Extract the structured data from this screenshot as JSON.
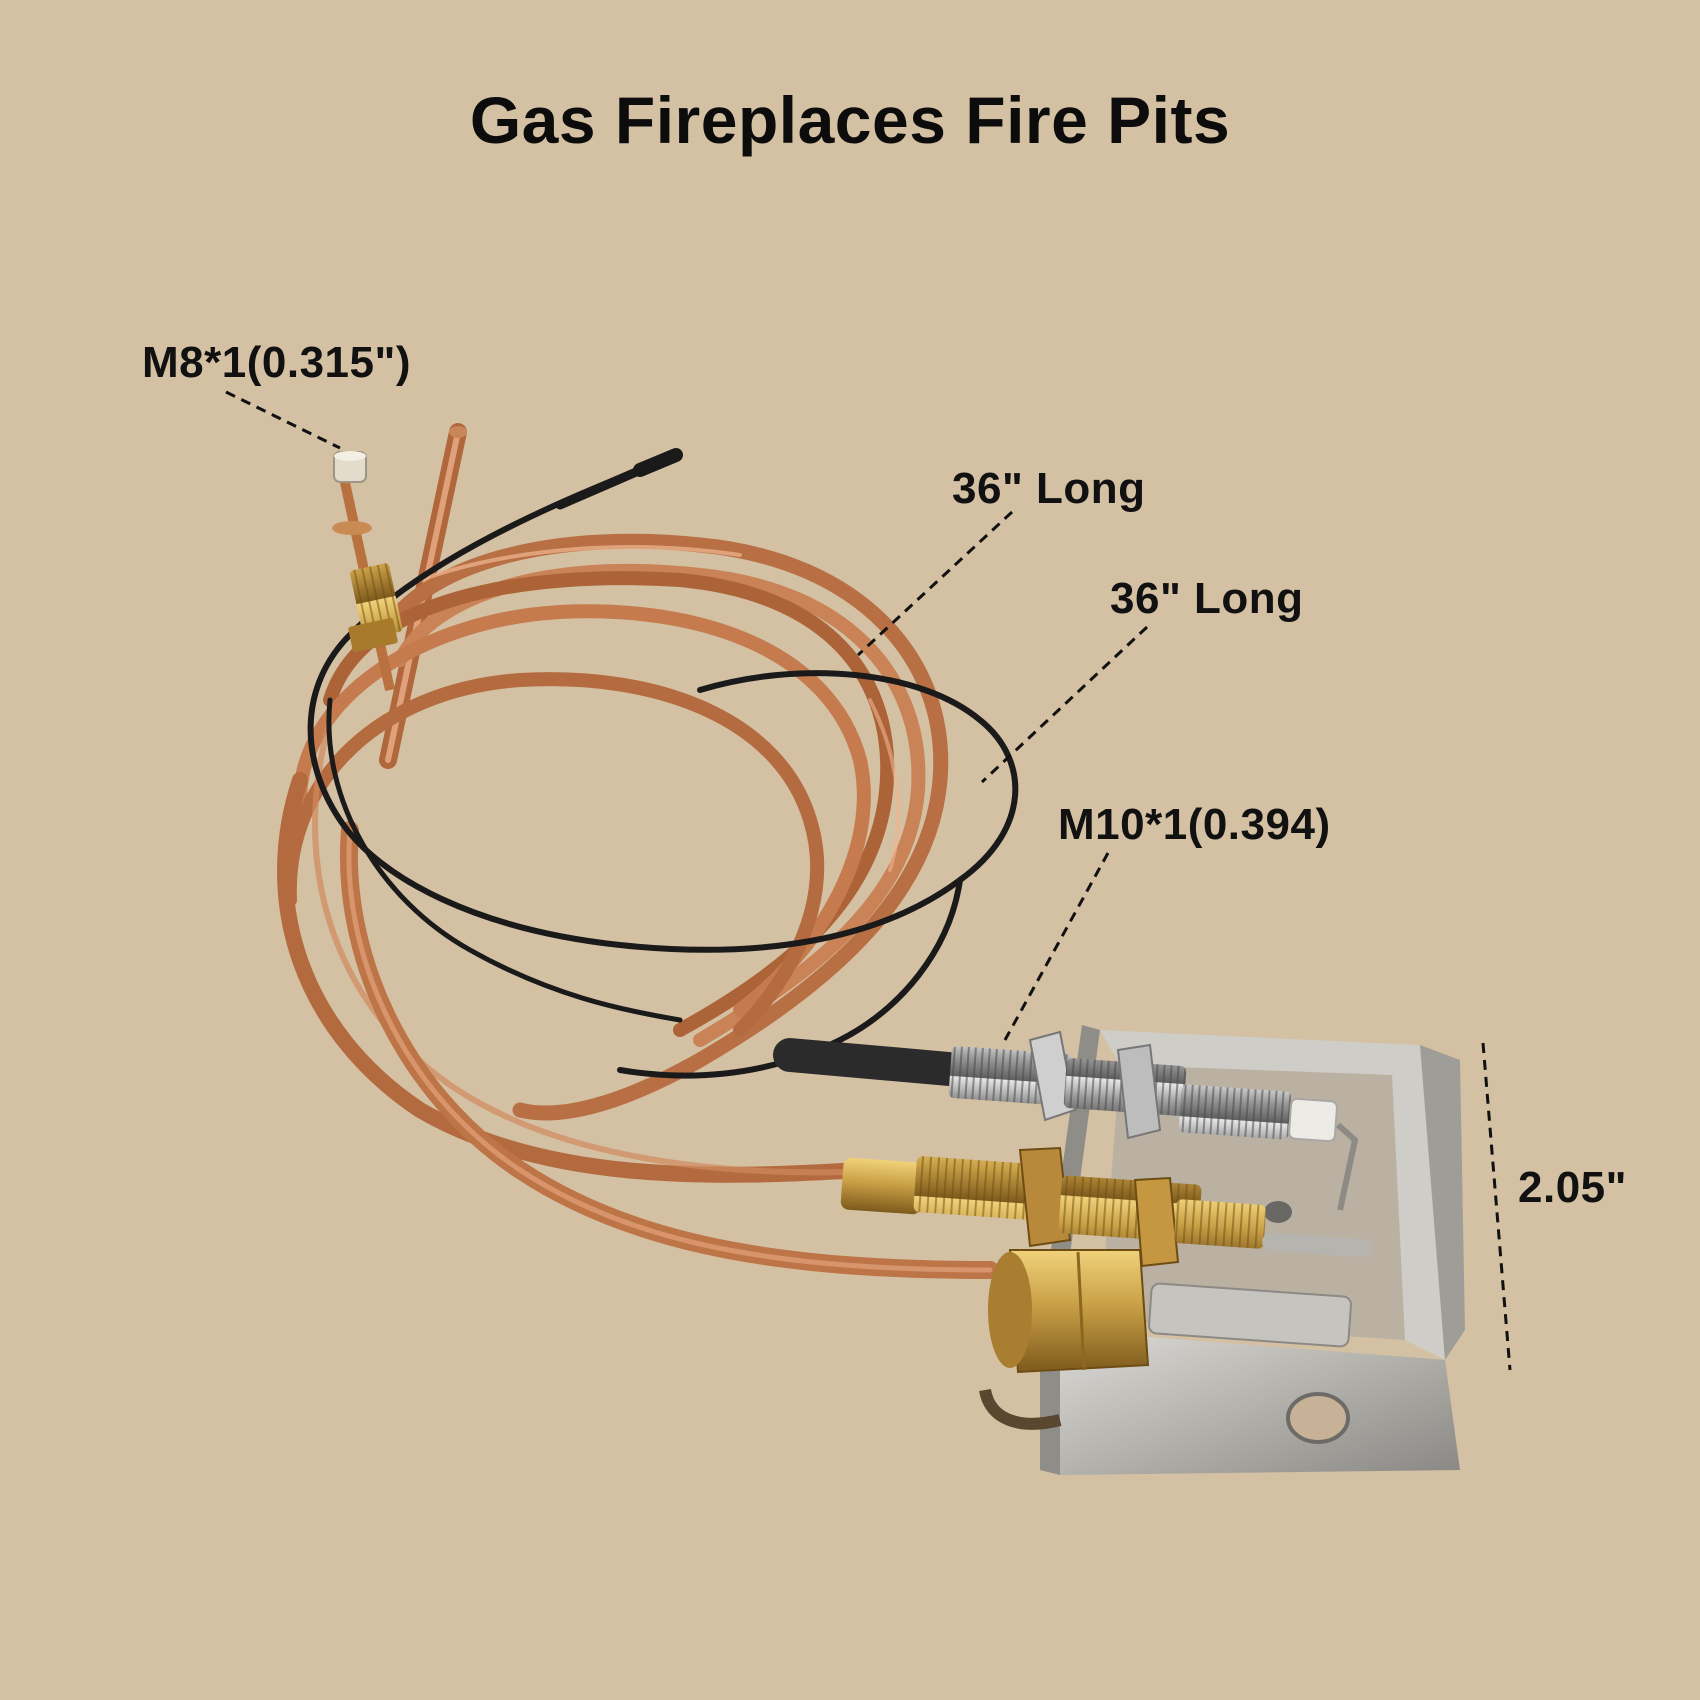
{
  "title": "Gas Fireplaces Fire Pits",
  "callouts": {
    "thread_small": "M8*1(0.315\")",
    "length_tube": "36\" Long",
    "length_wire": "36\" Long",
    "thread_large": "M10*1(0.394)",
    "height": "2.05\""
  },
  "colors": {
    "background": "#d4c0a2",
    "copper": "#c27a4e",
    "brass": "#c9a046",
    "steel": "#b9b7b2",
    "wire": "#1a1a1a"
  }
}
